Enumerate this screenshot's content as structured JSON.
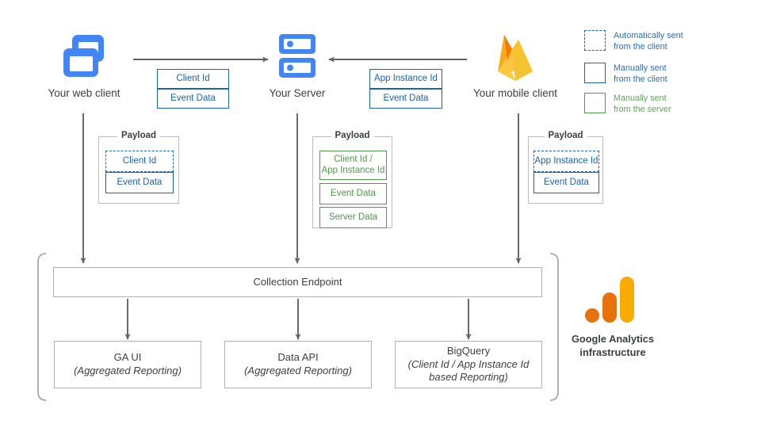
{
  "diagram": {
    "title": "Google Analytics data collection architecture",
    "colors": {
      "blue_stroke": "#1a62b3",
      "blue_text": "#2a6ebb",
      "green_stroke": "#4f9a4a",
      "green_text": "#5fa75a",
      "grey_stroke": "#b0b0b0",
      "arrow": "#5f6368",
      "icon_blue": "#4285f4",
      "firebase_orange": "#f57c00",
      "firebase_amber": "#ffc24a",
      "ga_orange_dark": "#e8710a",
      "ga_amber": "#f9ab00"
    }
  },
  "nodes": {
    "web_client": {
      "label": "Your web client",
      "icon": "browser-windows-icon"
    },
    "server": {
      "label": "Your Server",
      "icon": "server-racks-icon"
    },
    "mobile_client": {
      "label": "Your mobile client",
      "icon": "firebase-flame-icon"
    }
  },
  "transport": {
    "web_to_server": [
      {
        "label": "Client Id",
        "style": "solid-blue"
      },
      {
        "label": "Event Data",
        "style": "solid-blue"
      }
    ],
    "mobile_to_server": [
      {
        "label": "App Instance Id",
        "style": "solid-blue"
      },
      {
        "label": "Event Data",
        "style": "solid-blue"
      }
    ]
  },
  "payloads": {
    "web": {
      "title": "Payload",
      "items": [
        {
          "label": "Client Id",
          "style": "dashed-blue"
        },
        {
          "label": "Event Data",
          "style": "solid-blue"
        }
      ]
    },
    "server": {
      "title": "Payload",
      "items": [
        {
          "label": "Client Id /\nApp Instance Id",
          "line1": "Client Id /",
          "line2": "App Instance Id",
          "style": "solid-green"
        },
        {
          "label": "Event Data",
          "style": "solid-green"
        },
        {
          "label": "Server Data",
          "style": "solid-green"
        }
      ]
    },
    "mobile": {
      "title": "Payload",
      "items": [
        {
          "label": "App Instance Id",
          "style": "dashed-blue"
        },
        {
          "label": "Event Data",
          "style": "solid-blue"
        }
      ]
    }
  },
  "legend": {
    "items": [
      {
        "style": "dashed-blue",
        "line1": "Automatically sent",
        "line2": "from the client"
      },
      {
        "style": "solid-blue",
        "line1": "Manually sent",
        "line2": "from the client"
      },
      {
        "style": "solid-green",
        "line1": "Manually sent",
        "line2": "from the server"
      }
    ]
  },
  "infrastructure": {
    "endpoint": {
      "label": "Collection Endpoint"
    },
    "outputs": [
      {
        "title": "GA UI",
        "subtitle": "(Aggregated Reporting)"
      },
      {
        "title": "Data API",
        "subtitle": "(Aggregated Reporting)"
      },
      {
        "title": "BigQuery",
        "subtitle": "(Client Id / App Instance Id",
        "subtitle2": "based Reporting)"
      }
    ],
    "brand": {
      "line1": "Google Analytics",
      "line2": "infrastructure",
      "icon": "google-analytics-logo"
    }
  }
}
